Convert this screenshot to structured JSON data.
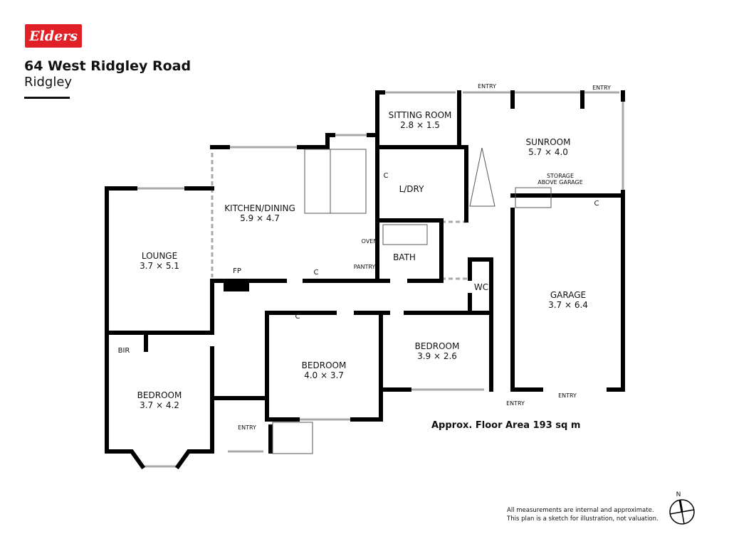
{
  "brand": {
    "logo_text": "Elders",
    "color": "#e02026"
  },
  "header": {
    "address": "64 West Ridgley Road",
    "suburb": "Ridgley"
  },
  "rooms": [
    {
      "name": "LOUNGE",
      "size": "3.7 × 5.1"
    },
    {
      "name": "KITCHEN/DINING",
      "size": "5.9 × 4.7"
    },
    {
      "name": "SITTING ROOM",
      "size": "2.8 × 1.5"
    },
    {
      "name": "SUNROOM",
      "size": "5.7 × 4.0"
    },
    {
      "name": "L/DRY",
      "size": ""
    },
    {
      "name": "BATH",
      "size": ""
    },
    {
      "name": "WC",
      "size": ""
    },
    {
      "name": "GARAGE",
      "size": "3.7 × 6.4"
    },
    {
      "name": "BEDROOM",
      "size": "3.7 × 4.2"
    },
    {
      "name": "BEDROOM",
      "size": "4.0 × 3.7"
    },
    {
      "name": "BEDROOM",
      "size": "3.9 × 2.6"
    }
  ],
  "fixtures": {
    "fp": "FP",
    "oven": "OVEN",
    "pantry": "PANTRY",
    "bir": "BIR",
    "cupboard": "C",
    "storage1": "STORAGE",
    "storage2": "ABOVE GARAGE"
  },
  "entries": [
    "ENTRY",
    "ENTRY",
    "ENTRY",
    "ENTRY",
    "ENTRY"
  ],
  "floor_area": "Approx. Floor Area 193 sq m",
  "disclaimer": [
    "All measurements are internal and approximate.",
    "This plan is a sketch for illustration, not valuation."
  ],
  "compass": "N"
}
